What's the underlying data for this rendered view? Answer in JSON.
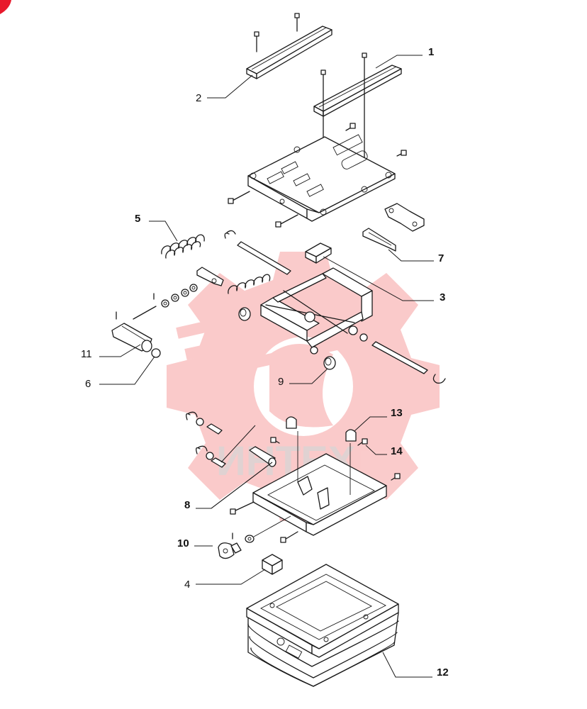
{
  "watermark": {
    "text": "ИНТЕХ",
    "color": "#f26b6b"
  },
  "corner_mark_color": "#e8192c",
  "labels": [
    {
      "id": "1",
      "text": "1",
      "bold": true
    },
    {
      "id": "2",
      "text": "2",
      "bold": false
    },
    {
      "id": "3",
      "text": "3",
      "bold": true
    },
    {
      "id": "4",
      "text": "4",
      "bold": false
    },
    {
      "id": "5",
      "text": "5",
      "bold": true
    },
    {
      "id": "6",
      "text": "6",
      "bold": false
    },
    {
      "id": "7",
      "text": "7",
      "bold": true
    },
    {
      "id": "8",
      "text": "8",
      "bold": true
    },
    {
      "id": "9",
      "text": "9",
      "bold": false
    },
    {
      "id": "10",
      "text": "10",
      "bold": true
    },
    {
      "id": "11",
      "text": "11",
      "bold": false
    },
    {
      "id": "12",
      "text": "12",
      "bold": true
    },
    {
      "id": "13",
      "text": "13",
      "bold": true
    },
    {
      "id": "14",
      "text": "14",
      "bold": true
    }
  ]
}
